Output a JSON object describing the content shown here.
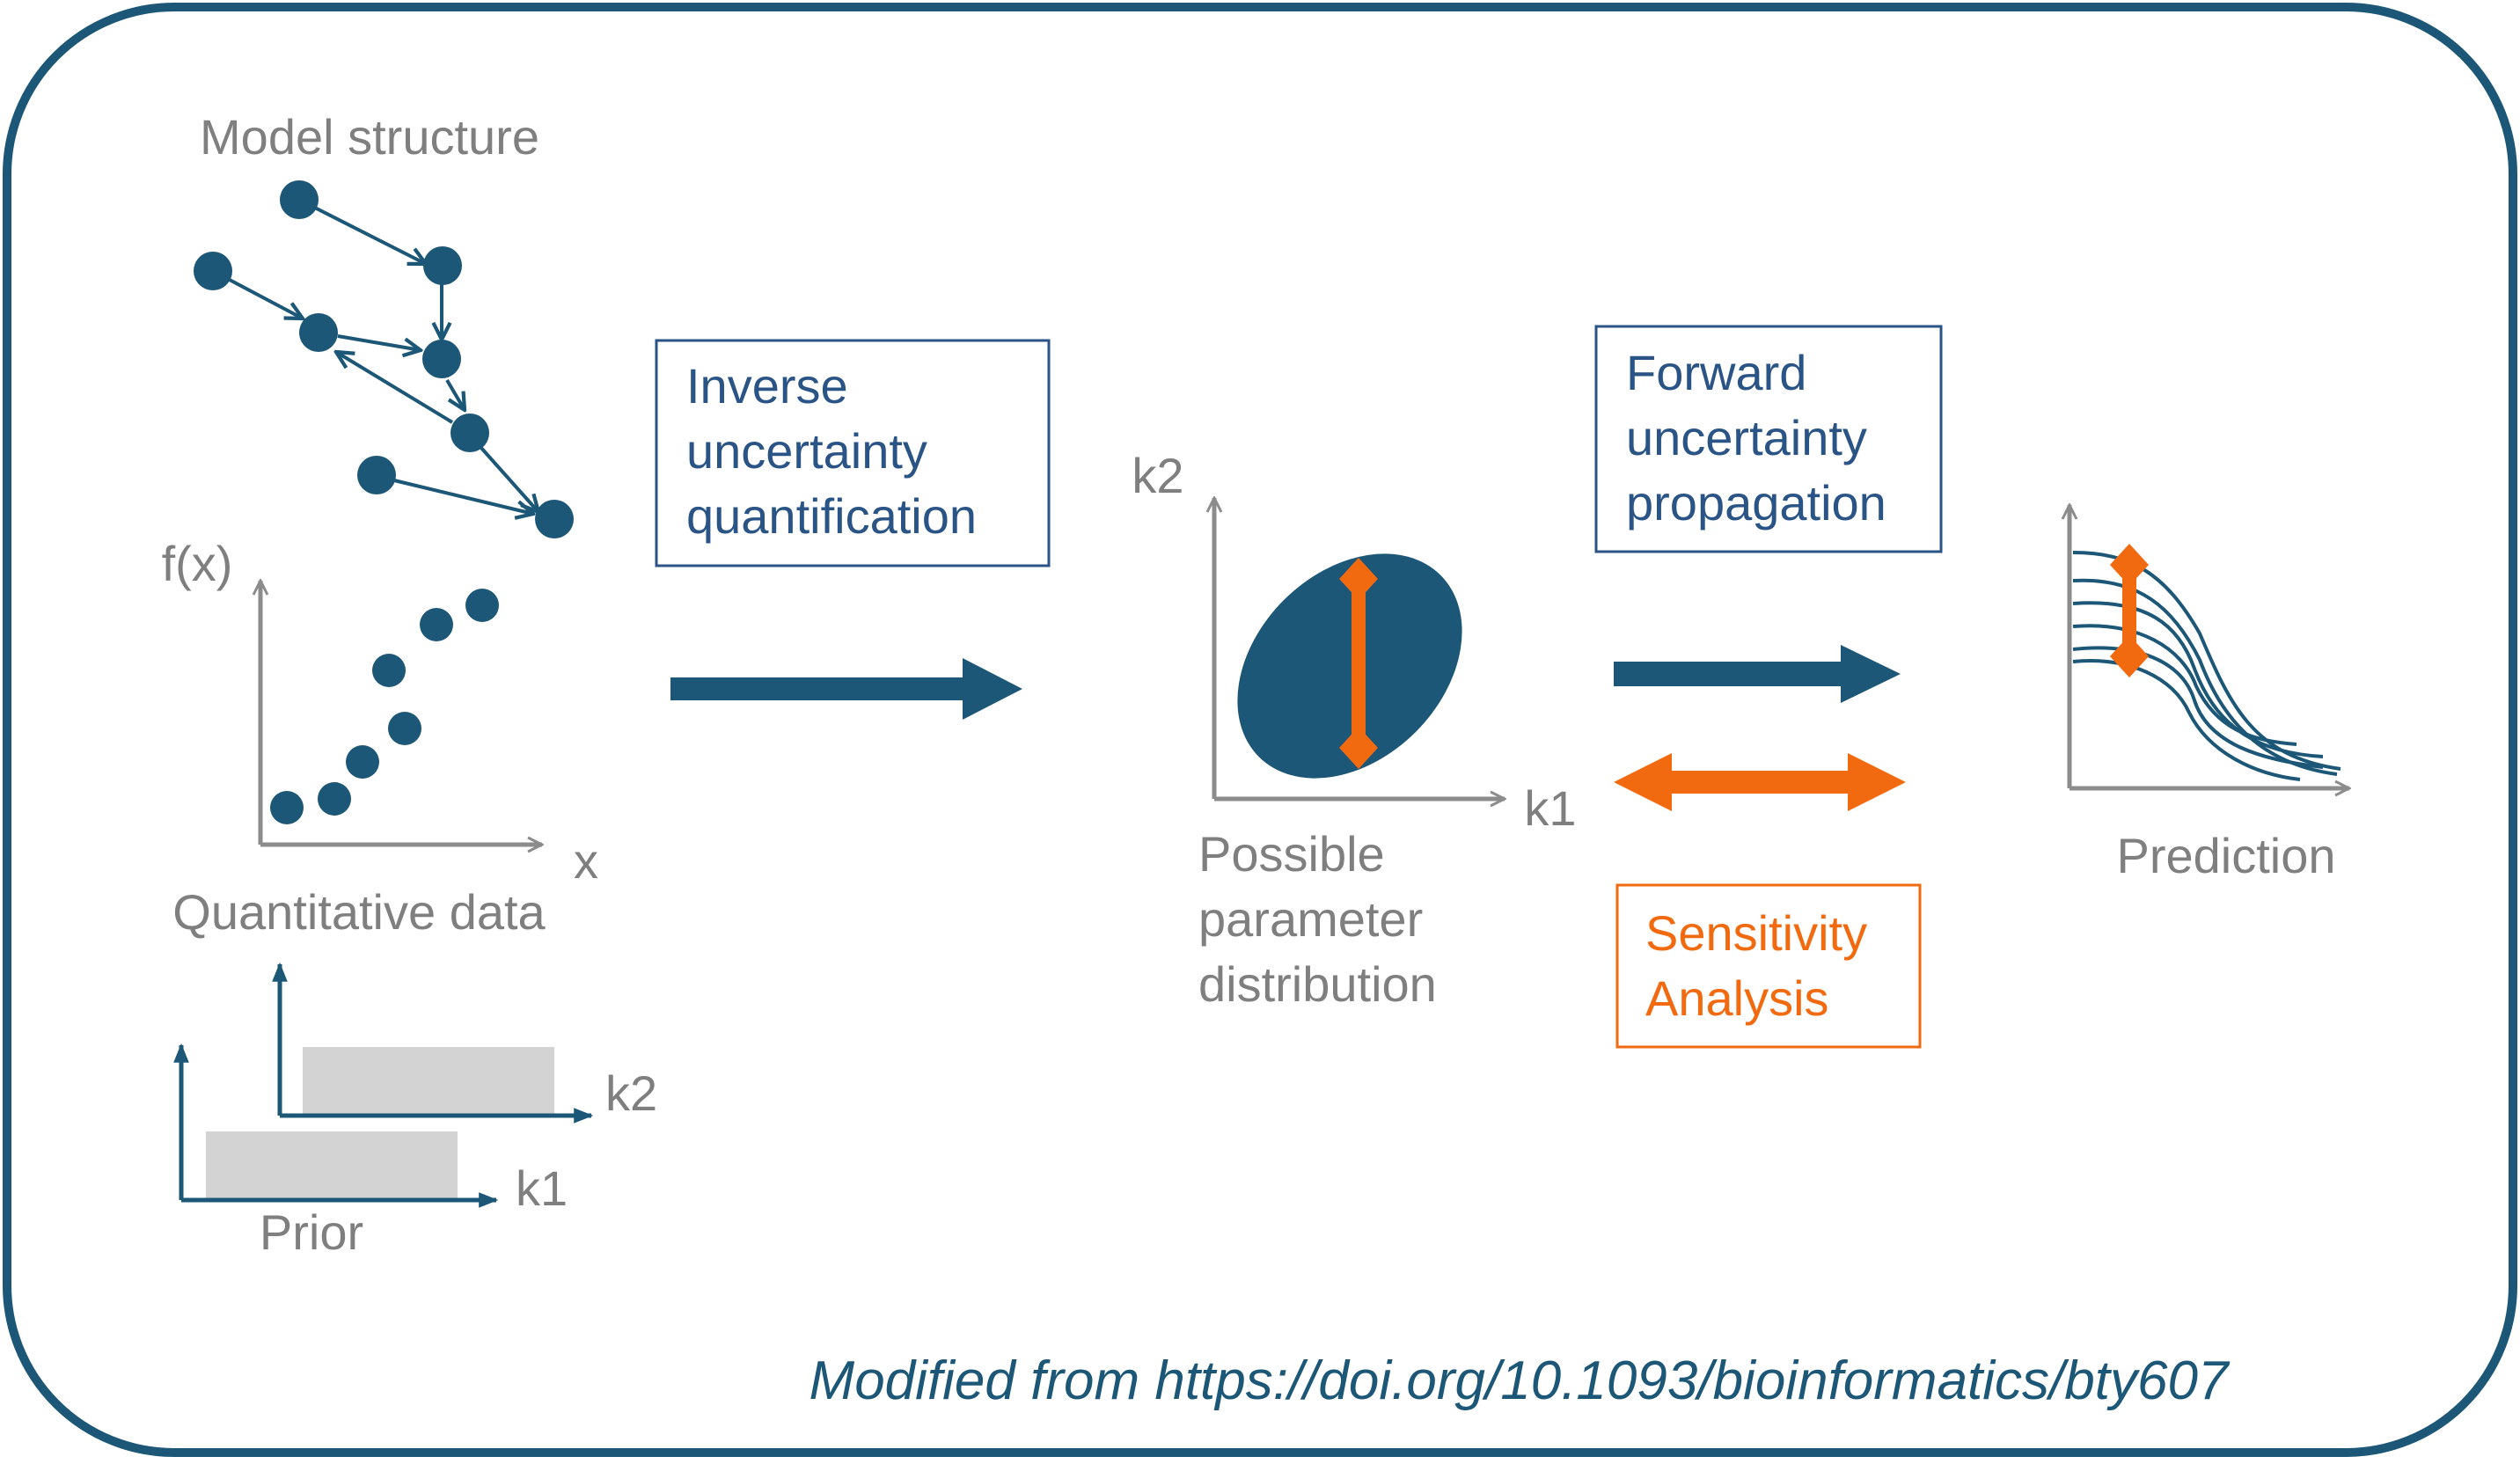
{
  "labels": {
    "model_structure": "Model structure",
    "fx": "f(x)",
    "x": "x",
    "quantitative_data": "Quantitative data",
    "prior": "Prior",
    "prior_k1": "k1",
    "prior_k2": "k2",
    "inverse_box": [
      "Inverse",
      "uncertainty",
      "quantification"
    ],
    "param_k1": "k1",
    "param_k2": "k2",
    "possible_distribution": [
      "Possible",
      "parameter",
      "distribution"
    ],
    "forward_box": [
      "Forward",
      "uncertainty",
      "propagation"
    ],
    "sensitivity_box": [
      "Sensitivity",
      "Analysis"
    ],
    "prediction": "Prediction",
    "citation": "Modified from https://doi.org/10.1093/bioinformatics/bty607"
  },
  "colors": {
    "frame": "#1c5777",
    "node": "#1c5777",
    "arrow_blue": "#1c5777",
    "orange": "#f26a10",
    "axis_gray": "#8c8c8c",
    "prior_fill": "#d3d3d3",
    "box_blue_text": "#2a5486",
    "box_blue_border": "#2a5486"
  }
}
